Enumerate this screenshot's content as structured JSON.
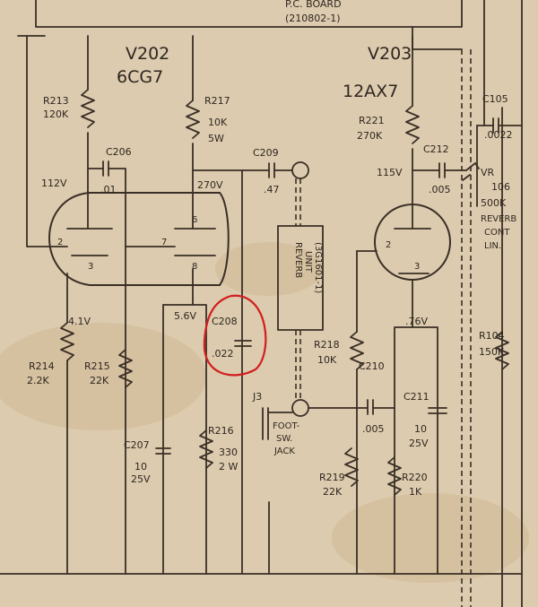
{
  "board_title": "P.C. BOARD",
  "board_number": "(210802-1)",
  "tubes": {
    "v202": {
      "ref": "V202",
      "type": "6CG7"
    },
    "v203": {
      "ref": "V203",
      "type": "12AX7"
    }
  },
  "components": {
    "r213": {
      "ref": "R213",
      "value": "120K"
    },
    "r217": {
      "ref": "R217",
      "value": "10K",
      "rating": "5W"
    },
    "r221": {
      "ref": "R221",
      "value": "270K"
    },
    "c206": {
      "ref": "C206",
      "value": ".01"
    },
    "c209": {
      "ref": "C209",
      "value": ".47"
    },
    "c212": {
      "ref": "C212",
      "value": ".005"
    },
    "c105": {
      "ref": "C105",
      "value": ".0022"
    },
    "vr106": {
      "ref": "VR",
      "num": "106",
      "value": "500K",
      "l1": "REVERB",
      "l2": "CONT",
      "l3": "LIN."
    },
    "c208": {
      "ref": "C208",
      "value": ".022"
    },
    "r214": {
      "ref": "R214",
      "value": "2.2K"
    },
    "r215": {
      "ref": "R215",
      "value": "22K"
    },
    "c207": {
      "ref": "C207",
      "value": "10",
      "rating": "25V"
    },
    "r216": {
      "ref": "R216",
      "value": "330",
      "rating": "2 W"
    },
    "r218": {
      "ref": "R218",
      "value": "10K"
    },
    "c210": {
      "ref": "C210",
      "value": ".005"
    },
    "c211": {
      "ref": "C211",
      "value": "10",
      "rating": "25V"
    },
    "r219": {
      "ref": "R219",
      "value": "22K"
    },
    "r220": {
      "ref": "R220",
      "value": "1K"
    },
    "r104": {
      "ref": "R104",
      "value": "150K"
    },
    "j3": {
      "ref": "J3",
      "l1": "FOOT-",
      "l2": "SW.",
      "l3": "JACK"
    },
    "reverb": {
      "l1": "REVERB",
      "l2": "UNIT",
      "l3": "(3G1601-1)"
    }
  },
  "voltages": {
    "v112": "112V",
    "v270": "270V",
    "v115": "115V",
    "v41": "4.1V",
    "v56": "5.6V",
    "v76": ".76V"
  },
  "pins": {
    "p2": "2",
    "p3": "3",
    "p6": "6",
    "p7": "7",
    "p8": "8",
    "p2b": "2",
    "p3b": "3"
  },
  "colors": {
    "ink": "#3a2f26",
    "paper": "#dccbae",
    "highlight": "#d11f1f"
  }
}
